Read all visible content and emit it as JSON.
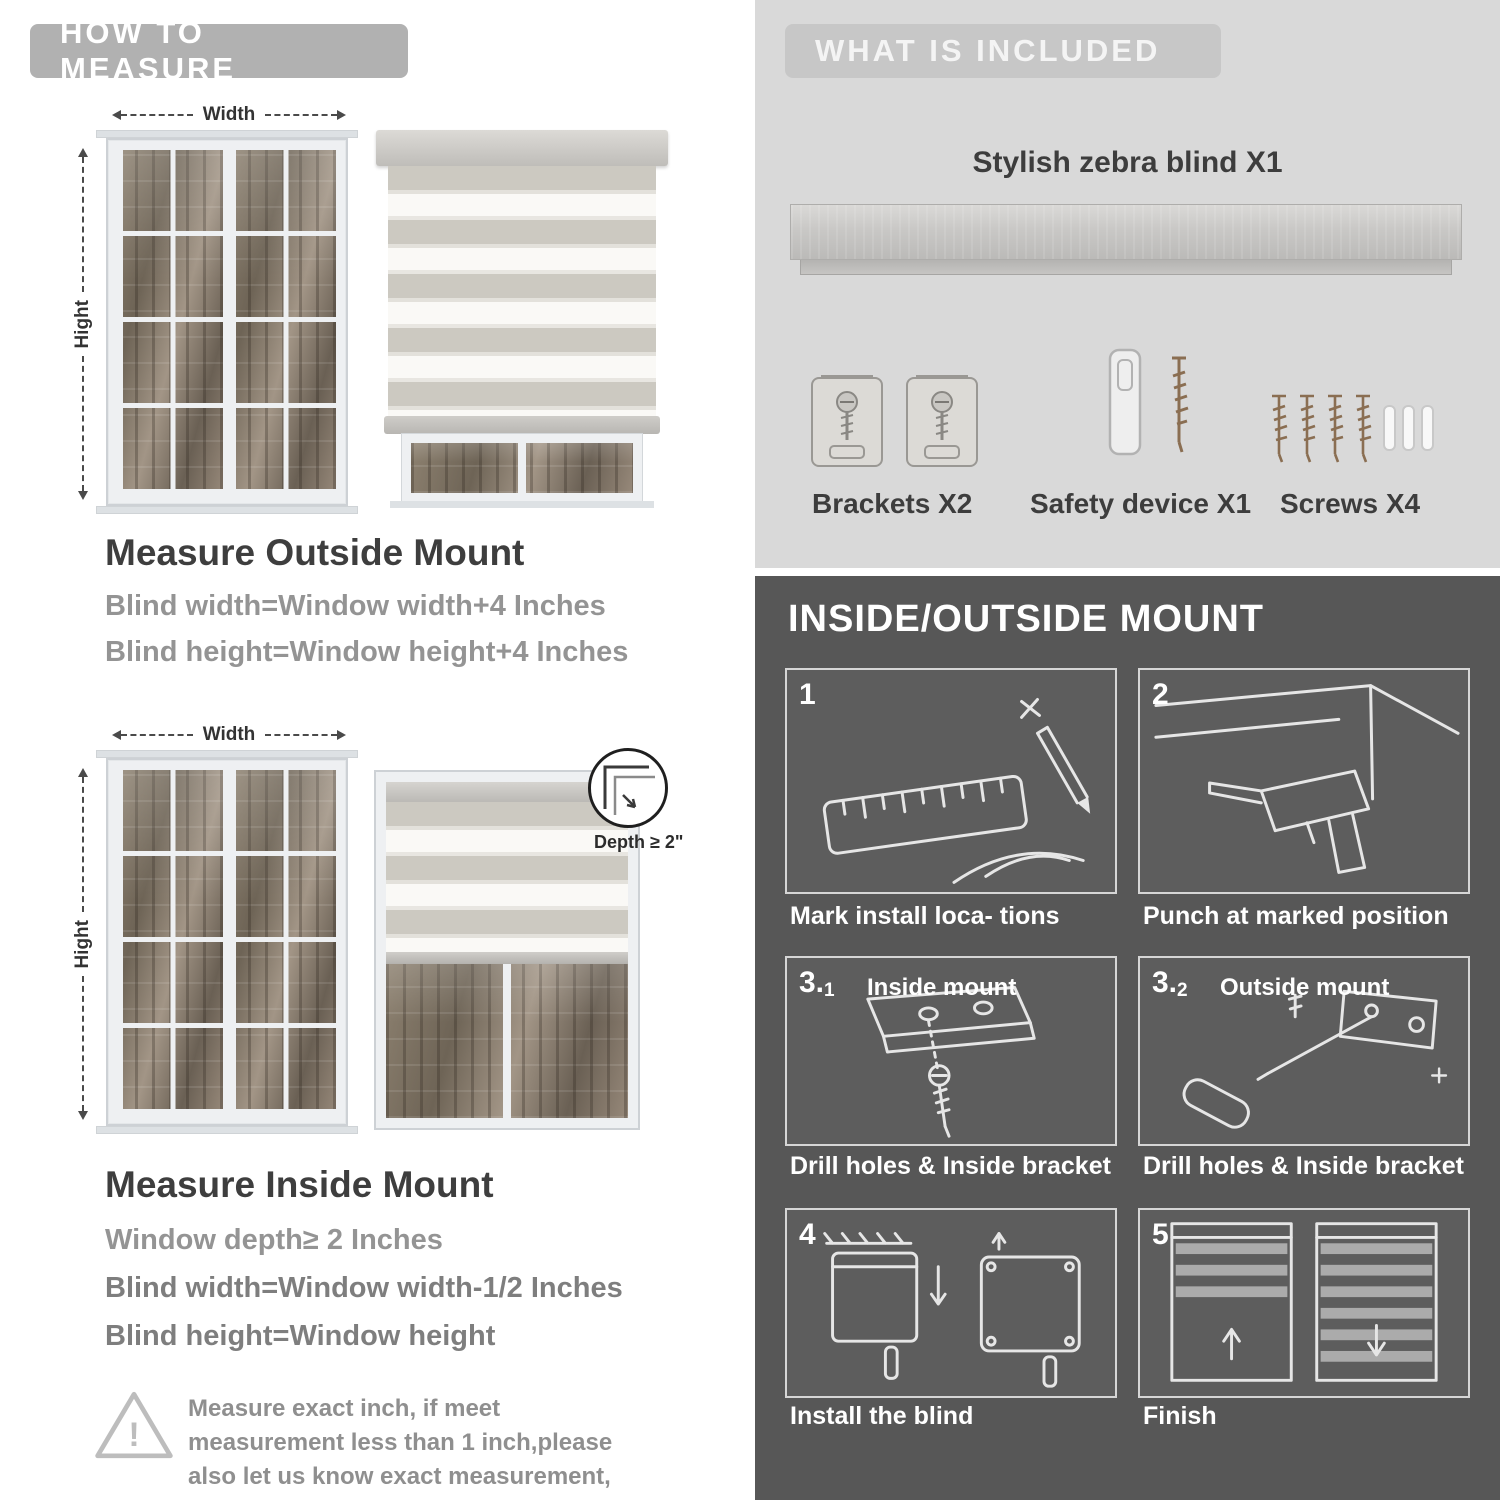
{
  "colors": {
    "banner_gray": "#b1b1b1",
    "light_panel": "#d9d9d9",
    "dark_panel": "#575757",
    "heading_text": "#3e3e3e",
    "muted_text": "#949494",
    "white_text": "#ffffff"
  },
  "left": {
    "banner": "HOW TO MEASURE",
    "outside": {
      "width_label": "Width",
      "height_label": "Hight",
      "heading": "Measure Outside Mount",
      "rule1": "Blind width=Window width+4 Inches",
      "rule2": "Blind height=Window height+4 Inches"
    },
    "inside": {
      "width_label": "Width",
      "height_label": "Hight",
      "depth_callout": "Depth ≥ 2\"",
      "heading": "Measure Inside Mount",
      "rule1": "Window depth≥ 2 Inches",
      "rule2": "Blind width=Window width-1/2 Inches",
      "rule3": "Blind height=Window height"
    },
    "note": {
      "glyph": "!",
      "text": "Measure exact inch, if meet measurement less than 1 inch,please also let us know exact measurement, please do not leave it"
    }
  },
  "right": {
    "included": {
      "banner": "WHAT IS INCLUDED",
      "product_label": "Stylish zebra blind X1",
      "items": [
        {
          "name": "brackets",
          "label": "Brackets X2"
        },
        {
          "name": "safety-device",
          "label": "Safety device X1"
        },
        {
          "name": "screws",
          "label": "Screws X4"
        }
      ]
    },
    "mount": {
      "heading": "INSIDE/OUTSIDE MOUNT",
      "steps": [
        {
          "num": "1",
          "sub": "",
          "title": "",
          "caption": "Mark install loca- tions"
        },
        {
          "num": "2",
          "sub": "",
          "title": "",
          "caption": "Punch at  marked position"
        },
        {
          "num": "3.",
          "sub": "1",
          "title": "Inside mount",
          "caption": "Drill holes &  Inside bracket"
        },
        {
          "num": "3.",
          "sub": "2",
          "title": "Outside mount",
          "caption": "Drill holes &  Inside bracket"
        },
        {
          "num": "4",
          "sub": "",
          "title": "",
          "caption": "Install the blind"
        },
        {
          "num": "5",
          "sub": "",
          "title": "",
          "caption": "Finish"
        }
      ]
    }
  }
}
